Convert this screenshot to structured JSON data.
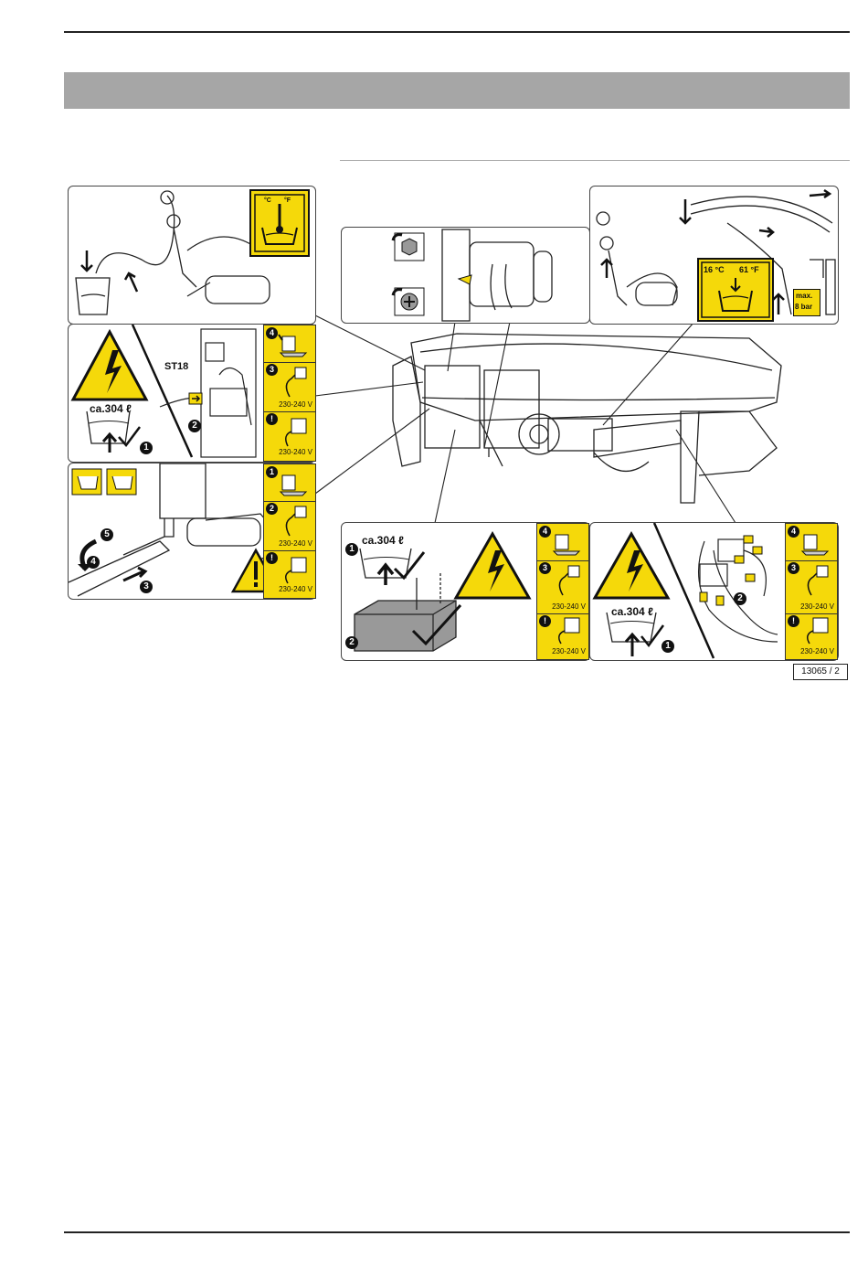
{
  "figure_ref": "13065 / 2",
  "labels": {
    "st18": "ST18",
    "temp_unit_c": "°C",
    "temp_unit_f": "°F",
    "temp_range": "16 °C",
    "temp_range_f": "61 °F",
    "pressure_max": "max.",
    "pressure_val": "8 bar",
    "volume": "ca.304 ℓ",
    "voltage": "230-240 V"
  },
  "steps": {
    "s1": "1",
    "s2": "2",
    "s3": "3",
    "s4": "4",
    "s5": "5",
    "excl": "!"
  },
  "colors": {
    "warning_yellow": "#f5d90a",
    "header_bar": "#a6a6a6",
    "outline": "#222222"
  }
}
